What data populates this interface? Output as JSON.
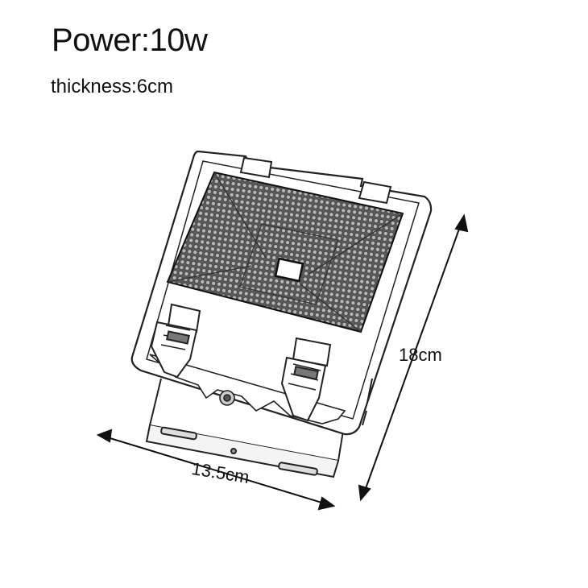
{
  "title": "Power:10w",
  "subtitle": "thickness:6cm",
  "dimensions": {
    "height_label": "18cm",
    "width_label": "13.5cm"
  },
  "icons": {
    "product": "floodlight-line-drawing",
    "arrows": "dimension-arrow"
  }
}
